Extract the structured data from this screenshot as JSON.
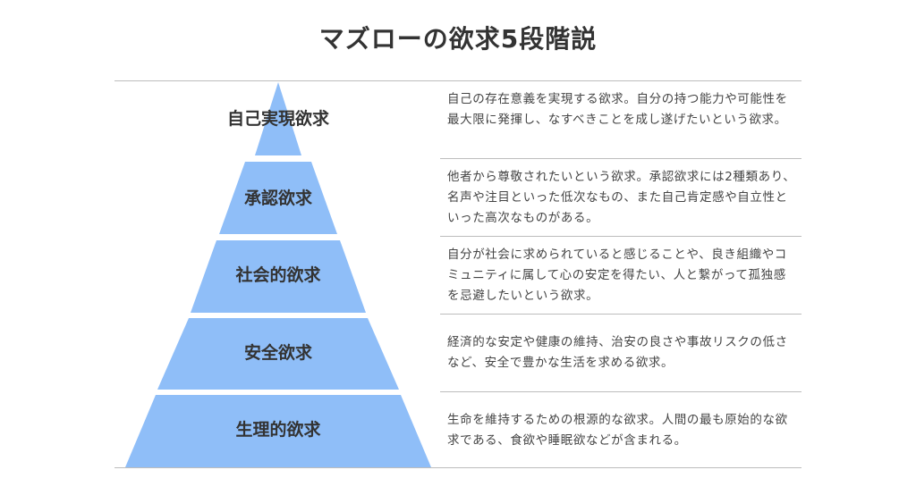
{
  "title": "マズローの欲求5段階説",
  "colors": {
    "pyramid_fill": "#8fbef8",
    "divider": "#bdbdbd",
    "text": "#333333"
  },
  "tiers": [
    {
      "label": "自己実現欲求",
      "description": "自己の存在意義を実現する欲求。自分の持つ能力や可能性を最大限に発揮し、なすべきことを成し遂げたいという欲求。"
    },
    {
      "label": "承認欲求",
      "description": "他者から尊敬されたいという欲求。承認欲求には2種類あり、名声や注目といった低次なもの、また自己肯定感や自立性といった高次なものがある。"
    },
    {
      "label": "社会的欲求",
      "description": "自分が社会に求められていると感じることや、良き組織やコミュニティに属して心の安定を得たい、人と繋がって孤独感を忌避したいという欲求。"
    },
    {
      "label": "安全欲求",
      "description": "経済的な安定や健康の維持、治安の良さや事故リスクの低さなど、安全で豊かな生活を求める欲求。"
    },
    {
      "label": "生理的欲求",
      "description": "生命を維持するための根源的な欲求。人間の最も原始的な欲求である、食欲や睡眠欲などが含まれる。"
    }
  ]
}
